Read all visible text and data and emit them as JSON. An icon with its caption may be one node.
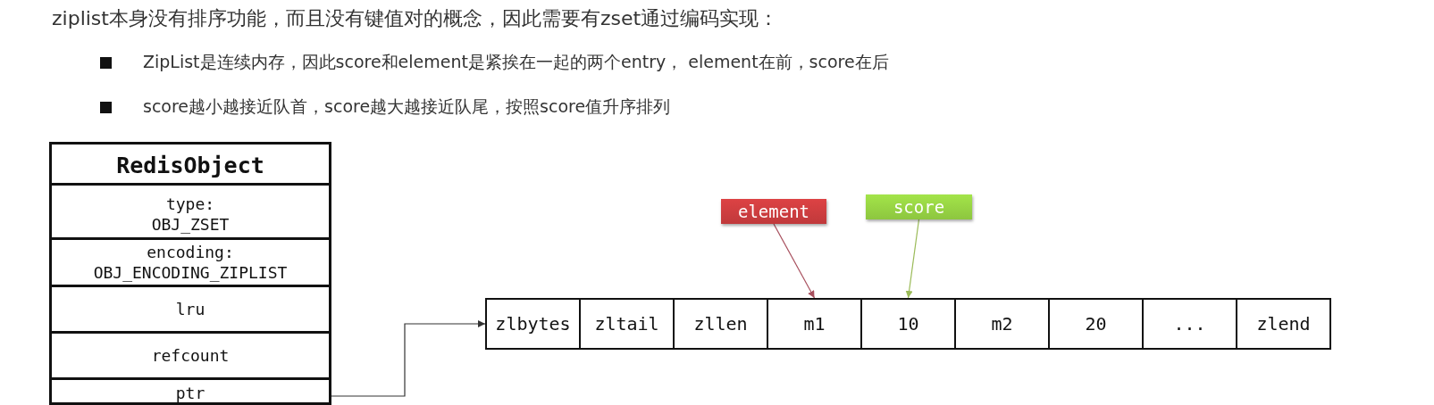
{
  "diagram": {
    "title": "ziplist本身没有排序功能，而且没有键值对的概念，因此需要有zset通过编码实现：",
    "nodes": [
      {
        "text": [
          "RedisObject"
        ]
      },
      {
        "text": [
          "type: OBJ_ZSET"
        ],
        "in": 0
      },
      {
        "text": [
          "encoding: OBJ_ENCODING_ZIPLIST"
        ],
        "in": 0
      },
      {
        "text": [
          "lru"
        ],
        "in": 0
      },
      {
        "text": [
          "refcount"
        ],
        "in": 0
      },
      {
        "text": [
          "ptr"
        ],
        "in": 0
      },
      {
        "text": [
          "zlbytes"
        ]
      },
      {
        "text": [
          "zltail"
        ]
      },
      {
        "text": [
          "zllen"
        ]
      },
      {
        "text": [
          "m1"
        ]
      },
      {
        "text": [
          "10"
        ]
      },
      {
        "text": [
          "m2"
        ]
      },
      {
        "text": [
          "20"
        ]
      },
      {
        "text": [
          "..."
        ]
      },
      {
        "text": [
          "zlend"
        ]
      },
      {
        "text": [
          "element"
        ]
      },
      {
        "text": [
          "score"
        ]
      }
    ],
    "edges": [
      {
        "from": 5,
        "to": 6,
        "arrow": "to"
      },
      {
        "from": 15,
        "to": 9,
        "arrow": "to",
        "color": "#a8505e"
      },
      {
        "from": 16,
        "to": 10,
        "arrow": "to",
        "color": "#9bbb59"
      }
    ],
    "labels": [
      "ZipList是连续内存，因此score和element是紧挨在一起的两个entry， element在前，score在后",
      "score越小越接近队首，score越大越接近队尾，按照score值升序排列"
    ]
  }
}
